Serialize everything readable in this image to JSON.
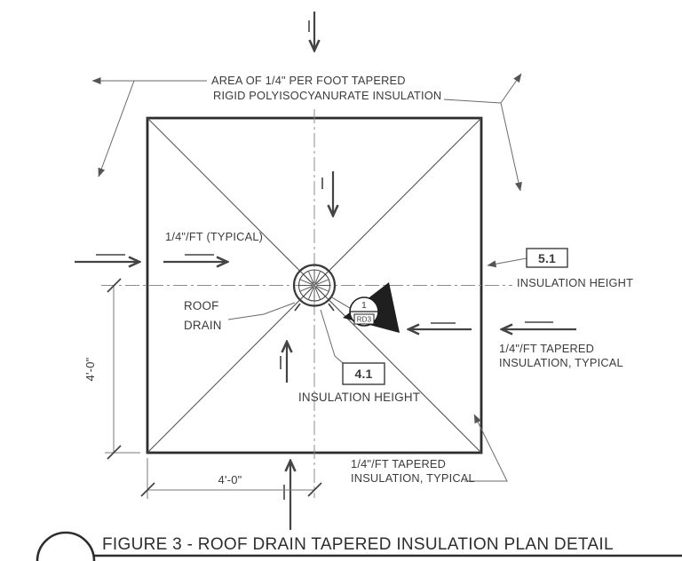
{
  "figure": {
    "title": "FIGURE 3 - ROOF DRAIN TAPERED INSULATION PLAN DETAIL"
  },
  "annotations": {
    "area_note": {
      "line1": "AREA OF 1/4\" PER FOOT TAPERED",
      "line2": "RIGID POLYISOCYANURATE INSULATION"
    },
    "slope_typical": "1/4\"/FT (TYPICAL)",
    "roof_drain": {
      "line1": "ROOF",
      "line2": "DRAIN"
    },
    "insulation_height_edge": {
      "value": "5.1",
      "label": "INSULATION HEIGHT"
    },
    "insulation_height_drain": {
      "value": "4.1",
      "label": "INSULATION HEIGHT"
    },
    "tapered_right": {
      "line1": "1/4\"/FT TAPERED",
      "line2": "INSULATION, TYPICAL"
    },
    "tapered_bottom": {
      "line1": "1/4\"/FT TAPERED",
      "line2": "INSULATION, TYPICAL"
    },
    "detail_callout": {
      "number": "1",
      "sheet": "RD3"
    }
  },
  "dimensions": {
    "vertical": "4'-0\"",
    "horizontal": "4'-0\""
  },
  "colors": {
    "line_heavy": "#2d2d2d",
    "line_thin": "#565656",
    "leader": "#6a6a6a",
    "centerline": "#8c8c8c",
    "text": "#3b3b3b",
    "background": "#ffffff"
  }
}
